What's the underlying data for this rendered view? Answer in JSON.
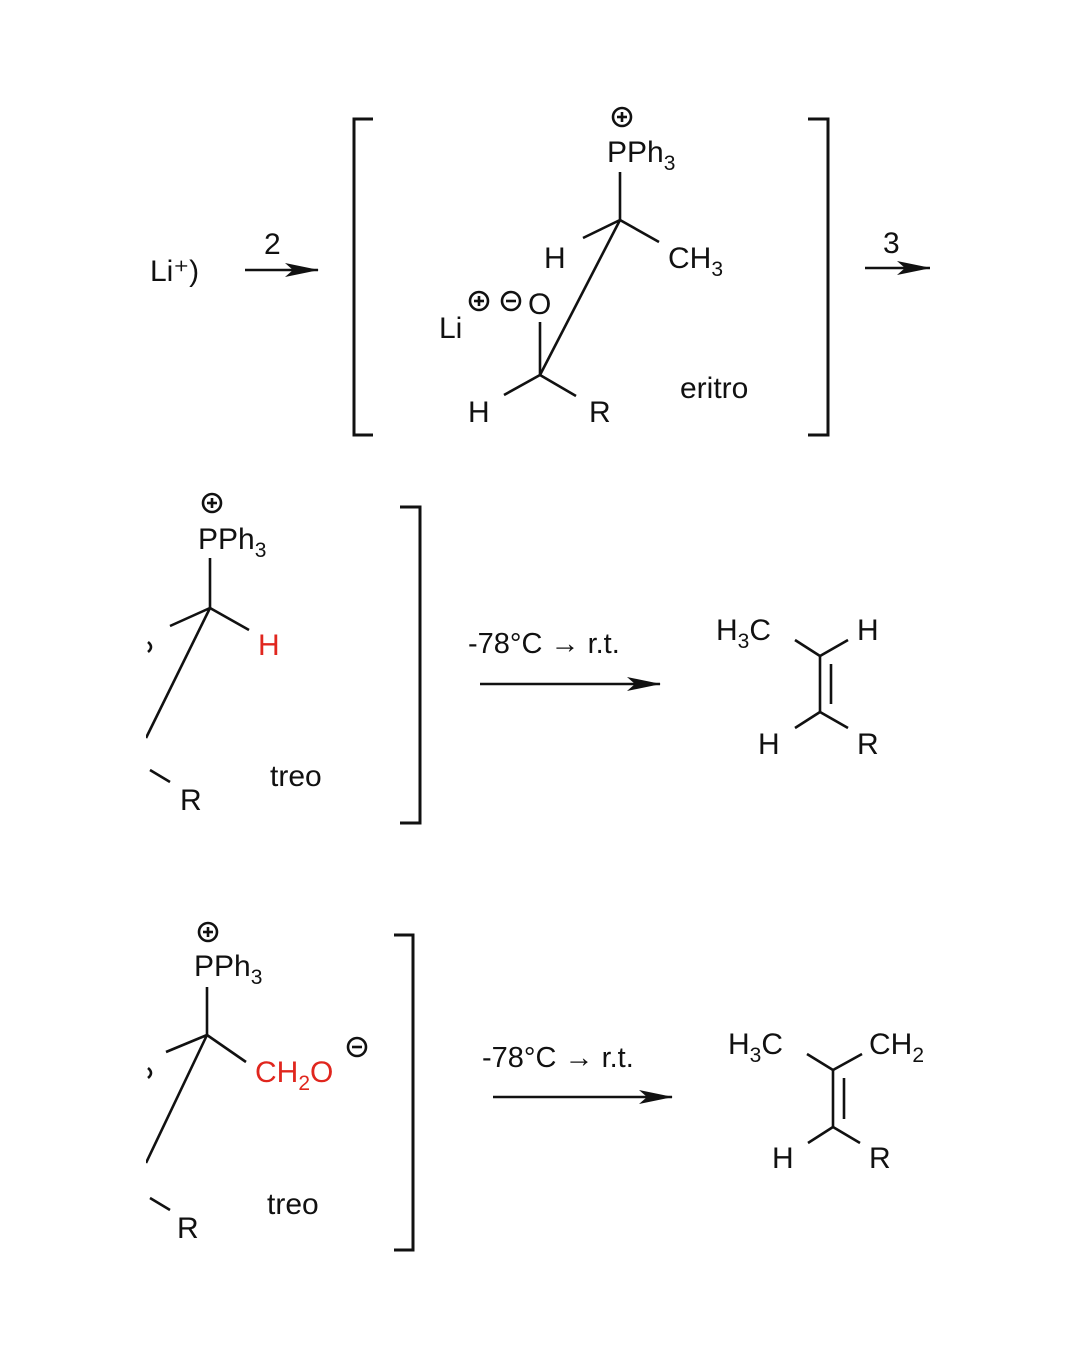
{
  "top": {
    "reactant_fragment": "Li⁺)",
    "step2_label": "2",
    "step3_label": "3",
    "charge_plus": "+",
    "charge_minus": "−",
    "pph3": "PPh",
    "pph3_sub": "3",
    "h_upper": "H",
    "ch3": "CH",
    "ch3_sub": "3",
    "li": "Li",
    "o": "O",
    "h_lower": "H",
    "r": "R",
    "stereo_label": "eritro"
  },
  "middle": {
    "pph3": "PPh",
    "pph3_sub": "3",
    "charge_plus": "+",
    "h_red": "H",
    "r": "R",
    "stereo_label": "treo",
    "condition": "-78°C → r.t.",
    "product": {
      "h3c": "H",
      "h3c_sub": "3",
      "h3c_c": "C",
      "h_top": "H",
      "h_bottom": "H",
      "r": "R"
    },
    "highlight_color": "#e0261e"
  },
  "bottom": {
    "pph3": "PPh",
    "pph3_sub": "3",
    "charge_plus": "+",
    "charge_minus": "−",
    "ch2o": "CH",
    "ch2o_sub": "2",
    "ch2o_o": "O",
    "r": "R",
    "stereo_label": "treo",
    "condition": "-78°C → r.t.",
    "product": {
      "h3c": "H",
      "h3c_sub": "3",
      "h3c_c": "C",
      "ch2": "CH",
      "ch2_sub": "2",
      "h_bottom": "H",
      "r": "R"
    }
  }
}
